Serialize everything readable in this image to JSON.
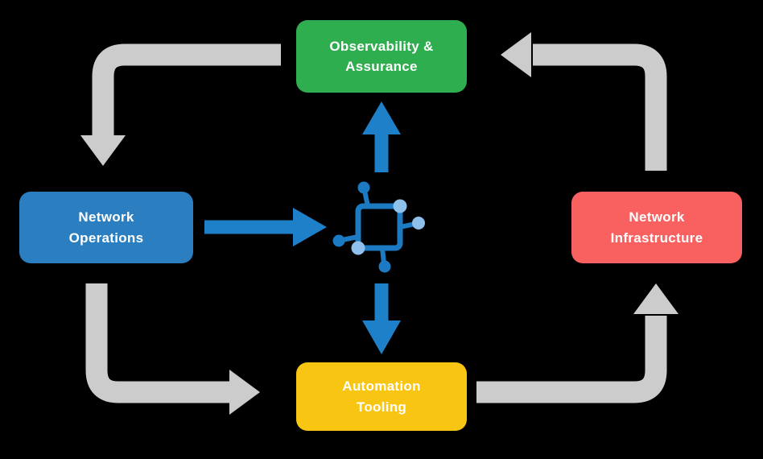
{
  "diagram": {
    "background_color": "#000000",
    "nodes": {
      "observability": {
        "line1": "Observability &",
        "line2": "Assurance",
        "color": "#2EAE4E"
      },
      "operations": {
        "line1": "Network",
        "line2": "Operations",
        "color": "#2B7FC0"
      },
      "infrastructure": {
        "line1": "Network",
        "line2": "Infrastructure",
        "color": "#F96060"
      },
      "automation": {
        "line1": "Automation",
        "line2": "Tooling",
        "color": "#F9C513"
      }
    },
    "icons": {
      "center": "network-nodes-icon"
    },
    "colors": {
      "cycle_arrow": "#CCCCCC",
      "flow_arrow": "#1E80C8",
      "icon_dark": "#1B7AC2",
      "icon_light": "#8FC0EC",
      "label_text": "#FFFFFF"
    },
    "arrows": {
      "cycle": [
        "observability-to-operations",
        "operations-to-automation",
        "automation-to-infrastructure",
        "infrastructure-to-observability"
      ],
      "flow": [
        "operations-to-center",
        "center-to-observability",
        "center-to-automation"
      ]
    }
  }
}
